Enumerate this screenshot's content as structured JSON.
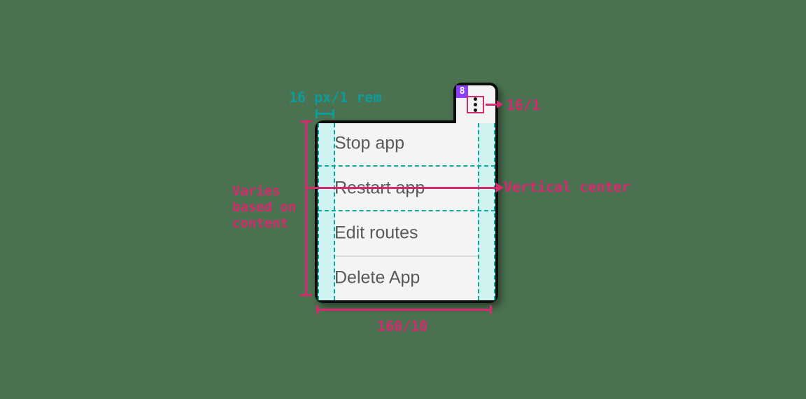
{
  "colors": {
    "background": "#4b7250",
    "annotation_pink": "#d62a6e",
    "annotation_teal": "#0d9b9b",
    "badge_purple": "#8a3ffc",
    "padding_guide_fill": "#cff3f1",
    "menu_background": "#f4f4f4",
    "outline_black": "#0d0d0d",
    "item_text_gray": "#595959"
  },
  "annotations": {
    "badge_number": "8",
    "padding_size": "16 px/1 rem",
    "icon_size": "16/1",
    "height_note_line1": "Varies",
    "height_note_line2": "based on",
    "height_note_line3": "content",
    "vertical_center": "Vertical center",
    "menu_width": "160/10"
  },
  "menu": {
    "items": [
      {
        "label": "Stop app"
      },
      {
        "label": "Restart app"
      },
      {
        "label": "Edit routes"
      },
      {
        "label": "Delete App"
      }
    ]
  }
}
